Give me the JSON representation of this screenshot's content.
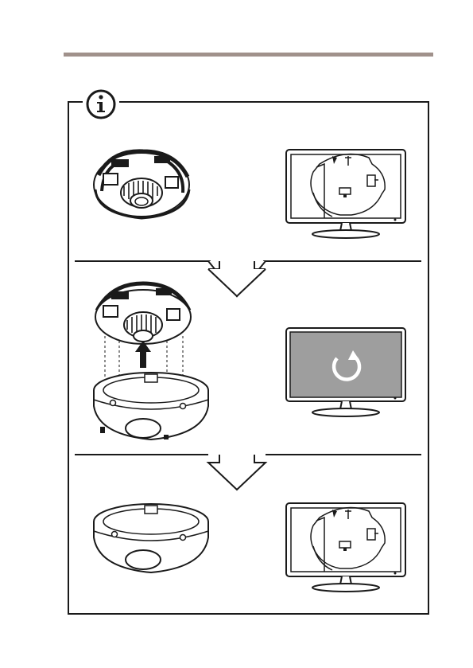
{
  "colors": {
    "top_rule": "#a0918b",
    "line": "#1a1a1a",
    "screen_gray": "#9e9e9e",
    "white": "#ffffff"
  },
  "icons": {
    "info": "info-icon",
    "restart": "restart-icon",
    "step_arrow": "down-arrow-icon",
    "insert_arrow": "up-arrow-icon"
  },
  "steps": [
    {
      "camera": "camera-module-top-view",
      "monitor": "monitor-live-view"
    },
    {
      "camera": "camera-module-inserted-into-dome",
      "monitor": "monitor-restarting"
    },
    {
      "camera": "assembled-dome-camera",
      "monitor": "monitor-live-view"
    }
  ]
}
